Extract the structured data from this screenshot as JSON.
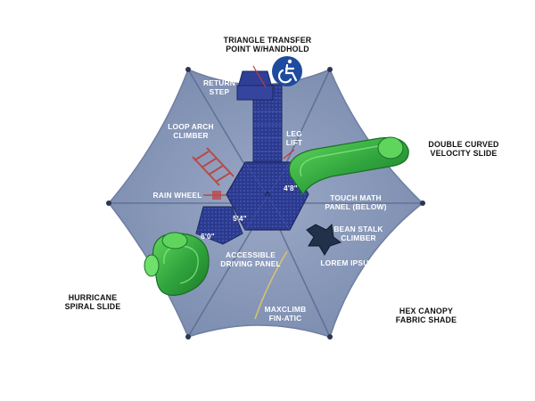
{
  "labels": {
    "triangle_transfer": [
      "TRIANGLE TRANSFER",
      "POINT W/HANDHOLD"
    ],
    "return_step": [
      "RETURN",
      "STEP"
    ],
    "loop_arch": [
      "LOOP ARCH",
      "CLIMBER"
    ],
    "leg_lift": [
      "LEG",
      "LIFT"
    ],
    "double_curved": [
      "DOUBLE CURVED",
      "VELOCITY SLIDE"
    ],
    "rain_wheel": [
      "RAIN WHEEL"
    ],
    "touch_math": [
      "TOUCH MATH",
      "PANEL (BELOW)"
    ],
    "bean_stalk": [
      "BEAN STALK",
      "CLIMBER"
    ],
    "accessible_driving": [
      "ACCESSIBLE",
      "DRIVING PANEL"
    ],
    "lorem_ipsum": [
      "LOREM IPSUM"
    ],
    "hurricane": [
      "HURRICANE",
      "SPIRAL SLIDE"
    ],
    "maxclimb": [
      "MAXCLIMB",
      "FIN-ATIC"
    ],
    "hex_canopy": [
      "HEX CANOPY",
      "FABRIC SHADE"
    ]
  },
  "dimensions": {
    "deck_height_right": "4'8\"",
    "deck_height_left": "5'4\"",
    "slide_height": "6'0\""
  },
  "colors": {
    "canopy": "#8696b6",
    "canopy_edge": "#6e7fa2",
    "deck": "#2b3a8e",
    "post": "#2d3550",
    "slide_green": "#2fa33c",
    "slide_light": "#5fd55c",
    "accessibility_badge": "#1e4b9e",
    "accent_red": "#c43a3a"
  },
  "icons": {
    "accessibility": "wheelchair-accessibility-icon"
  }
}
